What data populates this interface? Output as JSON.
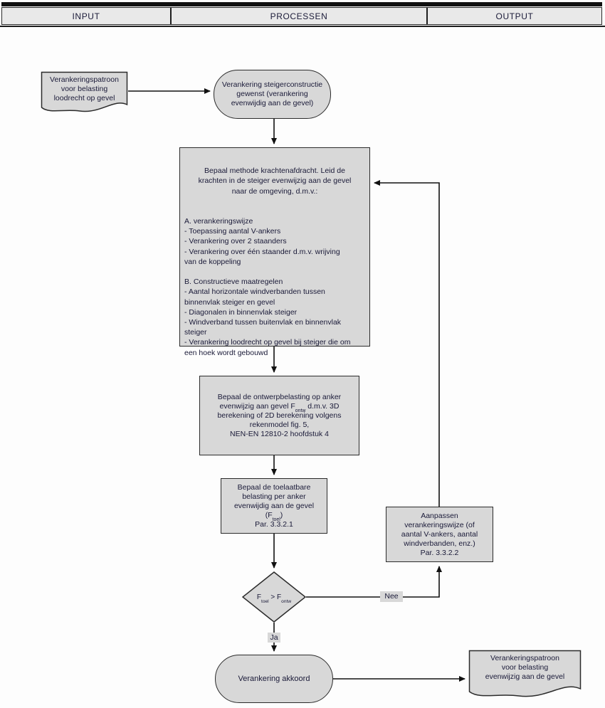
{
  "header": {
    "input": "INPUT",
    "processen": "PROCESSEN",
    "output": "OUTPUT"
  },
  "nodes": {
    "doc_input": "Verankeringspatroon\nvoor belasting\nloodrecht op gevel",
    "start": "Verankering steigerconstructie\ngewenst (verankering\nevenwijdig aan de gevel)",
    "method_intro": "Bepaal methode krachtenafdracht. Leid de\nkrachten in de steiger evenwijzig aan de gevel\nnaar de omgeving, d.m.v.:",
    "method_body": "A. verankeringswijze\n- Toepassing aantal V-ankers\n- Verankering over 2 staanders\n- Verankering over één staander d.m.v. wrijving\nvan de koppeling\n\nB. Constructieve maatregelen\n- Aantal horizontale windverbanden tussen\nbinnenvlak steiger en gevel\n- Diagonalen in binnenvlak steiger\n- Windverband tussen buitenvlak en binnenvlak\nsteiger\n- Verankering loodrecht op gevel bij steiger die om\neen hoek wordt gebouwd",
    "design_part1": "Bepaal de ontwerpbelasting op anker\nevenwijzig aan gevel F",
    "design_sub": "ontw",
    "design_part2": " d.m.v. 3D\nberekening of 2D berekening volgens\nrekenmodel fig. 5,\nNEN-EN 12810-2 hoofdstuk 4",
    "toel_part1": "Bepaal de toelaatbare\nbelasting per anker\nevenwijdig aan de gevel\n(F",
    "toel_sub": "toel",
    "toel_part2": ")\nPar. 3.3.2.1",
    "decision_f1": "F",
    "decision_sub1": "toel",
    "decision_op": " > ",
    "decision_f2": "F",
    "decision_sub2": "ontw",
    "adjust": "Aanpassen\nverankeringswijze (of\naantal V-ankers, aantal\nwindverbanden, enz.)\nPar. 3.3.2.2",
    "end": "Verankering akkoord",
    "doc_output": "Verankeringspatroon\nvoor belasting\nevenwijzig aan de gevel"
  },
  "labels": {
    "nee": "Nee",
    "ja": "Ja"
  },
  "colors": {
    "shape_fill": "#d8d8d8",
    "border": "#2b2b2b",
    "text": "#1a1a38",
    "header_fill": "#e9e9e9"
  }
}
